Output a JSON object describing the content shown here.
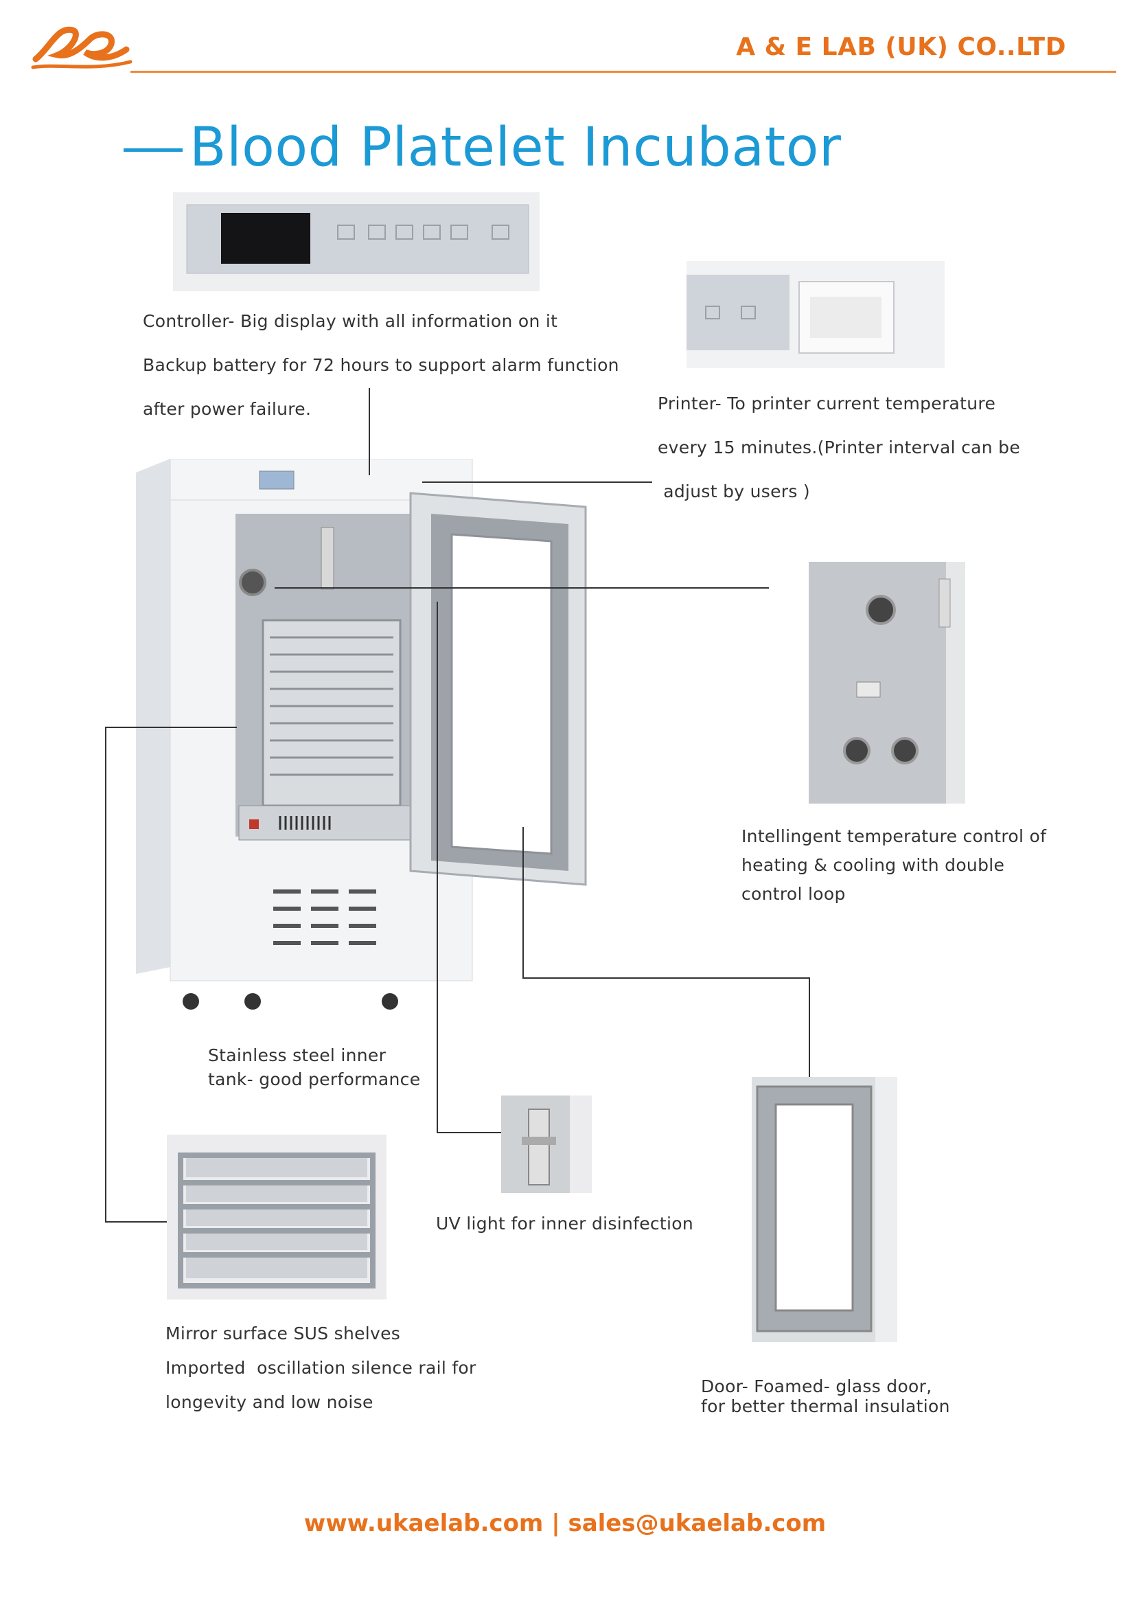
{
  "header": {
    "company": "A & E LAB (UK) CO..LTD",
    "brand_color": "#e8711c"
  },
  "title": "Blood Platelet Incubator",
  "title_color": "#1c9ad6",
  "features": {
    "controller": {
      "lines": [
        "Controller- Big display with all information on it",
        "Backup battery for 72 hours to support alarm function",
        "after power failure."
      ]
    },
    "printer": {
      "lines": [
        "Printer- To printer current temperature",
        "every 15 minutes.(Printer interval can be",
        " adjust by users )"
      ]
    },
    "temperature": {
      "lines": [
        "Intellingent temperature control of",
        "heating & cooling with double",
        "control loop"
      ]
    },
    "tank": {
      "lines": [
        "Stainless steel inner",
        "tank- good performance"
      ]
    },
    "uv": {
      "lines": [
        "UV light for inner disinfection"
      ]
    },
    "shelves": {
      "lines": [
        "Mirror surface SUS shelves",
        "Imported  oscillation silence rail for",
        "longevity and low noise"
      ]
    },
    "door": {
      "lines": [
        "Door- Foamed- glass door,",
        "for better thermal insulation"
      ]
    }
  },
  "footer": {
    "text": "www.ukaelab.com | sales@ukaelab.com"
  }
}
